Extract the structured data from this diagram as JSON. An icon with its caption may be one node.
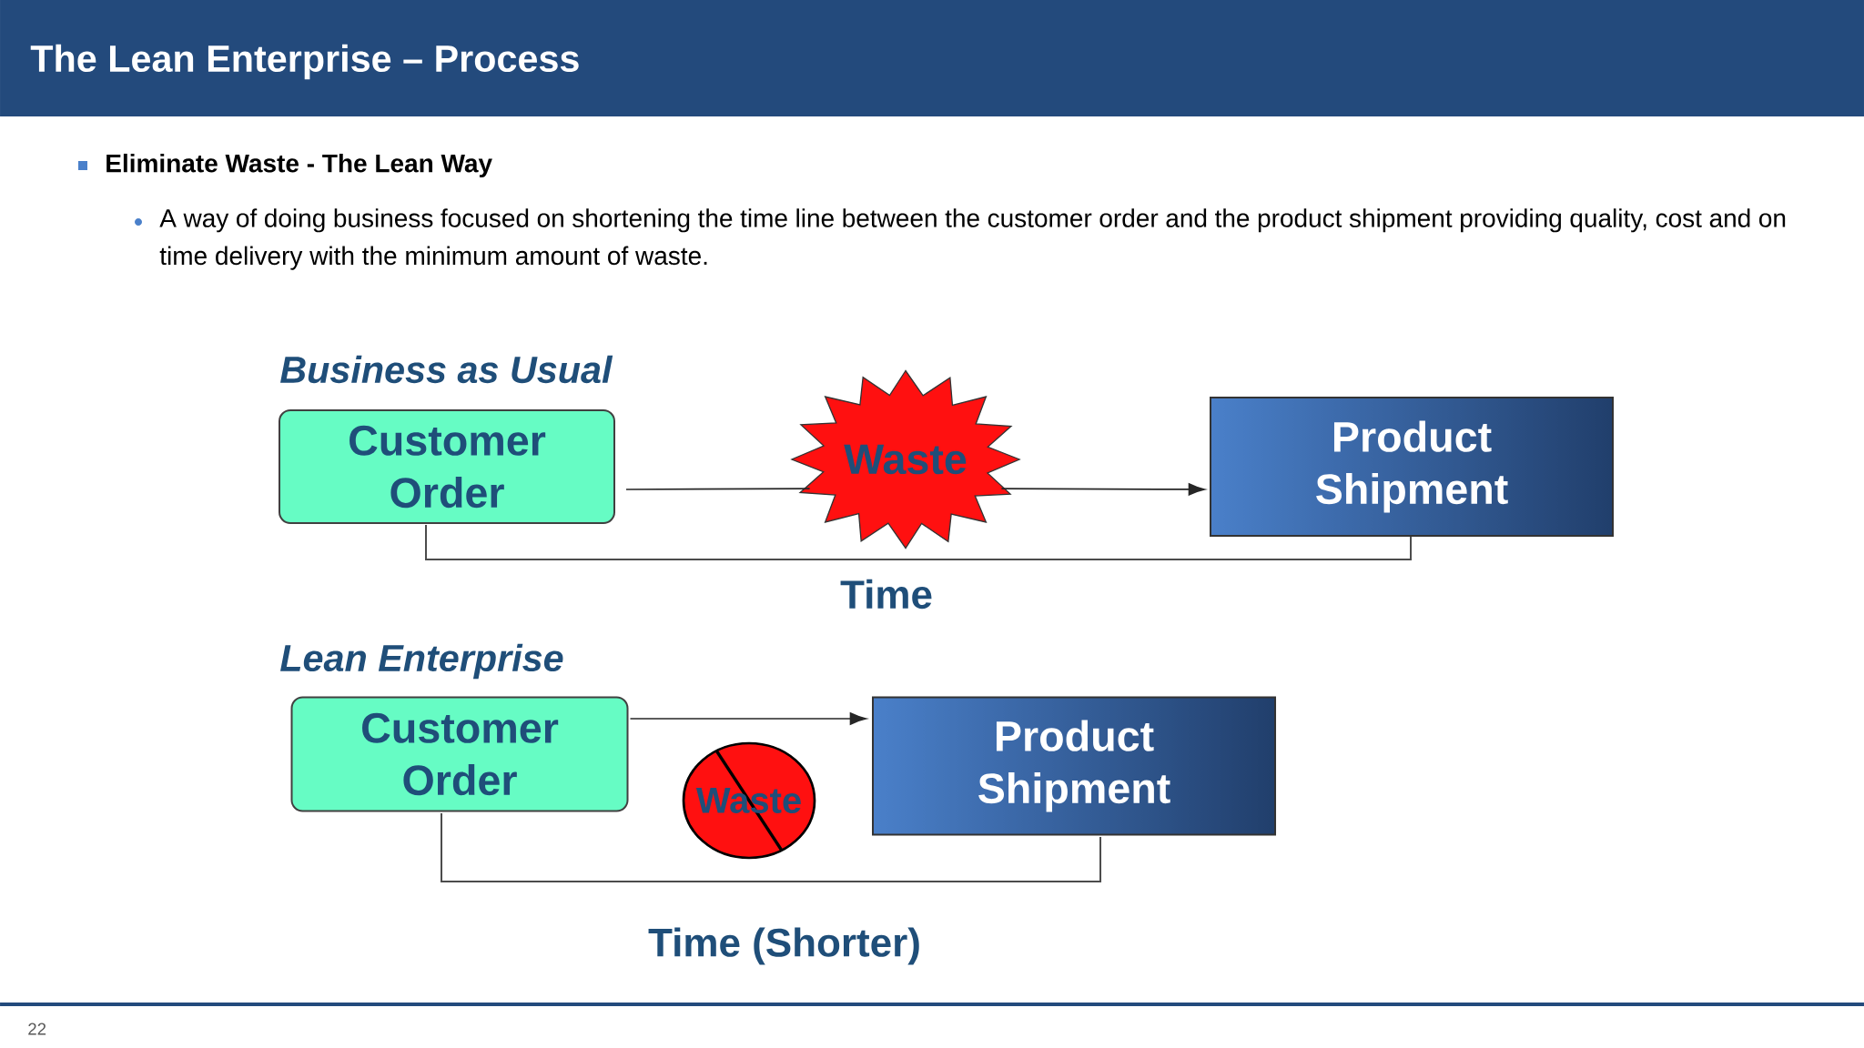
{
  "diagram": {
    "title": "The Lean Enterprise – Process",
    "nodes": [
      {
        "text": [
          "Customer Order"
        ]
      },
      {
        "text": [
          "Waste"
        ]
      },
      {
        "text": [
          "Product Shipment"
        ]
      },
      {
        "text": [
          "Customer Order"
        ]
      },
      {
        "text": [
          "Waste"
        ]
      },
      {
        "text": [
          "Product Shipment"
        ]
      }
    ],
    "edges": [
      {
        "from": 0,
        "to": 1,
        "arrow": "none"
      },
      {
        "from": 1,
        "to": 2,
        "arrow": "to"
      },
      {
        "from": 3,
        "to": 5,
        "arrow": "to"
      }
    ],
    "labels": [
      "Eliminate Waste - The Lean Way",
      "A way of doing business focused on shortening the time line between the customer order and the product shipment providing quality, cost and on time delivery with the minimum amount of waste.",
      "Business as Usual",
      "Time",
      "Lean Enterprise",
      "Time (Shorter)",
      "22"
    ]
  }
}
